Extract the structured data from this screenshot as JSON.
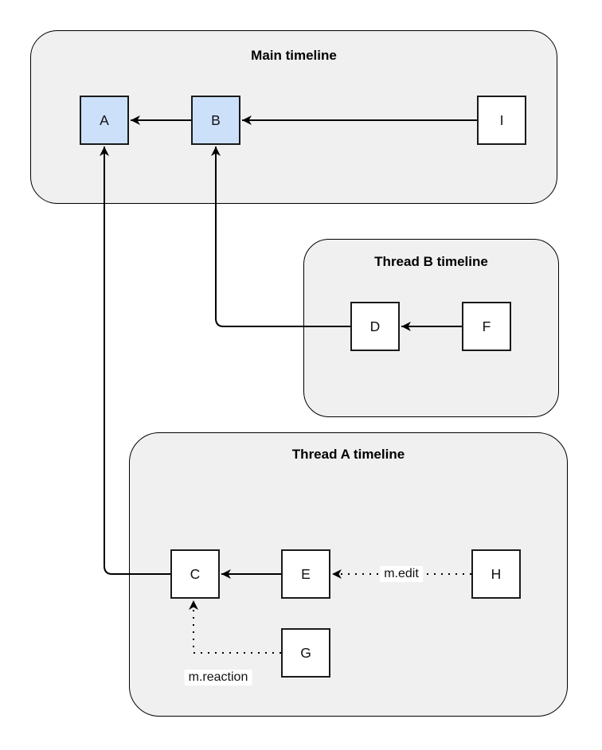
{
  "diagram": {
    "groups": {
      "main": {
        "title": "Main timeline"
      },
      "thread_b": {
        "title": "Thread B timeline"
      },
      "thread_a": {
        "title": "Thread A timeline"
      }
    },
    "nodes": {
      "a": {
        "label": "A",
        "highlighted": true
      },
      "b": {
        "label": "B",
        "highlighted": true
      },
      "i": {
        "label": "I",
        "highlighted": false
      },
      "d": {
        "label": "D",
        "highlighted": false
      },
      "f": {
        "label": "F",
        "highlighted": false
      },
      "c": {
        "label": "C",
        "highlighted": false
      },
      "e": {
        "label": "E",
        "highlighted": false
      },
      "h": {
        "label": "H",
        "highlighted": false
      },
      "g": {
        "label": "G",
        "highlighted": false
      }
    },
    "edges": {
      "b_to_a": {
        "style": "solid"
      },
      "i_to_b": {
        "style": "solid"
      },
      "f_to_d": {
        "style": "solid"
      },
      "e_to_c": {
        "style": "solid"
      },
      "d_to_b": {
        "style": "solid-elbow"
      },
      "c_to_a": {
        "style": "solid-elbow"
      },
      "h_to_e": {
        "label": "m.edit",
        "style": "dotted"
      },
      "g_to_c": {
        "label": "m.reaction",
        "style": "dotted-elbow"
      }
    },
    "colors": {
      "group_fill": "#f0f0f0",
      "group_stroke": "#000000",
      "node_fill": "#ffffff",
      "node_highlight_fill": "#cce1f9",
      "node_stroke": "#1a1a1a",
      "edge_stroke": "#000000",
      "label_background": "#ffffff"
    }
  }
}
